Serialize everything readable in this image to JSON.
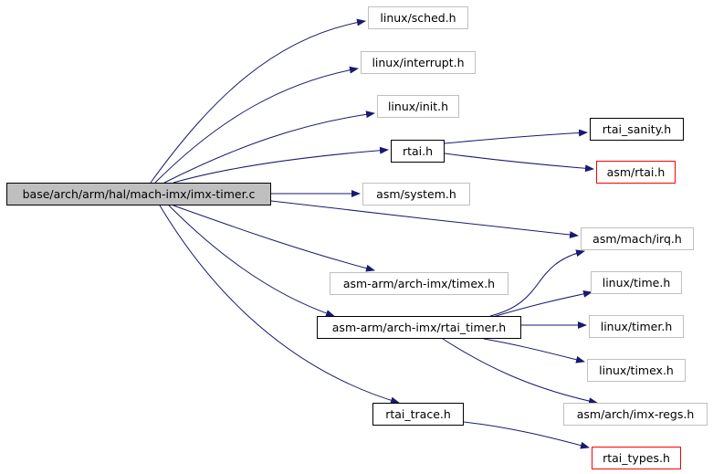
{
  "nodes": {
    "root": "base/arch/arm/hal/mach-imx/imx-timer.c",
    "linux_sched": "linux/sched.h",
    "linux_interrupt": "linux/interrupt.h",
    "linux_init": "linux/init.h",
    "rtai": "rtai.h",
    "rtai_sanity": "rtai_sanity.h",
    "asm_rtai": "asm/rtai.h",
    "asm_system": "asm/system.h",
    "asm_mach_irq": "asm/mach/irq.h",
    "asm_arm_timex": "asm-arm/arch-imx/timex.h",
    "linux_time": "linux/time.h",
    "rtai_timer": "asm-arm/arch-imx/rtai_timer.h",
    "linux_timer": "linux/timer.h",
    "linux_timex": "linux/timex.h",
    "asm_arch_imx_regs": "asm/arch/imx-regs.h",
    "rtai_trace": "rtai_trace.h",
    "rtai_types": "rtai_types.h"
  },
  "colors": {
    "edge": "#191970",
    "border_normal": "#bfbfbf",
    "border_documented": "#000000",
    "border_missing": "#ff0000",
    "root_fill": "#bfbfbf"
  }
}
